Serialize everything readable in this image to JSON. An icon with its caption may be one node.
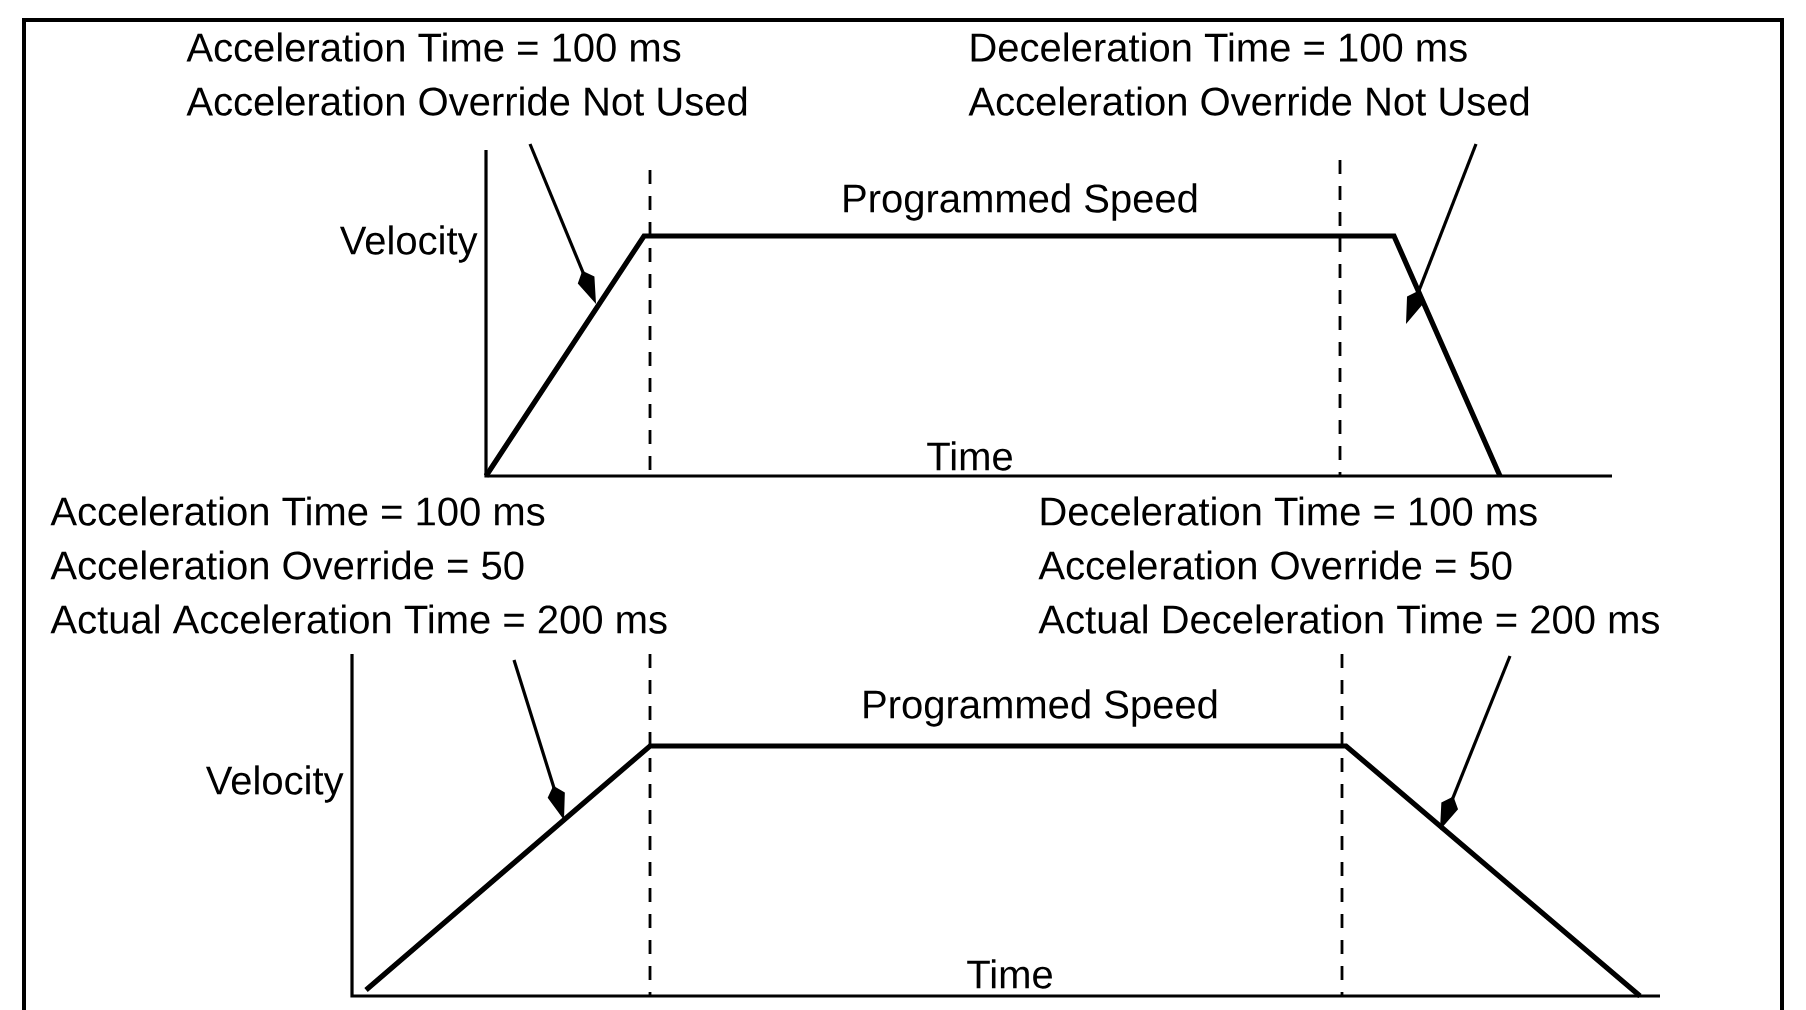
{
  "diagram": {
    "nodes": [
      {
        "text": [
          "Acceleration Time = 100 ms",
          "Acceleration Override Not Used"
        ]
      },
      {
        "text": [
          "Deceleration Time = 100 ms",
          "Acceleration Override Not Used"
        ]
      },
      {
        "text": [
          "Acceleration Time = 100 ms",
          "Acceleration Override = 50",
          "Actual Acceleration Time = 200 ms"
        ]
      },
      {
        "text": [
          "Deceleration Time = 100 ms",
          "Acceleration Override = 50",
          "Actual Deceleration Time = 200 ms"
        ]
      }
    ],
    "edges": [
      {
        "from": 0,
        "to": null,
        "arrow": "to"
      },
      {
        "from": 1,
        "to": null,
        "arrow": "to"
      },
      {
        "from": 2,
        "to": null,
        "arrow": "to"
      },
      {
        "from": 3,
        "to": null,
        "arrow": "to"
      }
    ],
    "labels": [
      "Velocity",
      "Programmed Speed",
      "Time",
      "Velocity",
      "Programmed Speed",
      "Time"
    ]
  }
}
